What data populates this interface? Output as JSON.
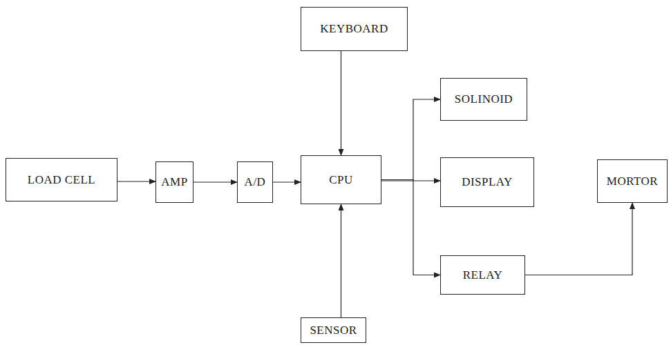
{
  "diagram": {
    "nodes": [
      {
        "text": [
          "KEYBOARD"
        ]
      },
      {
        "text": [
          "SOLINOID"
        ]
      },
      {
        "text": [
          "LOAD CELL"
        ]
      },
      {
        "text": [
          "AMP"
        ]
      },
      {
        "text": [
          "A/D"
        ]
      },
      {
        "text": [
          "CPU"
        ]
      },
      {
        "text": [
          "DISPLAY"
        ]
      },
      {
        "text": [
          "MORTOR"
        ]
      },
      {
        "text": [
          "RELAY"
        ]
      },
      {
        "text": [
          "SENSOR"
        ]
      }
    ],
    "edges": [
      {
        "from": 2,
        "to": 3,
        "arrow": "to"
      },
      {
        "from": 3,
        "to": 4,
        "arrow": "to"
      },
      {
        "from": 4,
        "to": 5,
        "arrow": "to"
      },
      {
        "from": 0,
        "to": 5,
        "arrow": "to"
      },
      {
        "from": 9,
        "to": 5,
        "arrow": "to"
      },
      {
        "from": 5,
        "to": 1,
        "arrow": "to"
      },
      {
        "from": 5,
        "to": 6,
        "arrow": "to"
      },
      {
        "from": 5,
        "to": 8,
        "arrow": "to"
      },
      {
        "from": 8,
        "to": 7,
        "arrow": "to"
      }
    ]
  }
}
